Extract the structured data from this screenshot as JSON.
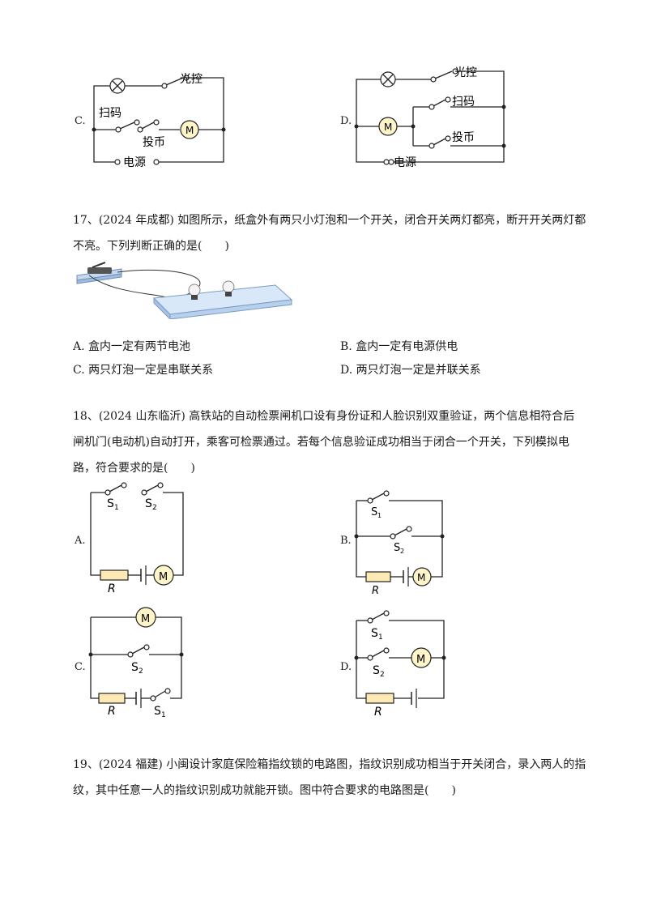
{
  "q16": {
    "opt_c": "C.",
    "opt_d": "D.",
    "light_control": "光控",
    "scan_code": "扫码",
    "insert_coin": "投币",
    "power": "电源",
    "motor": "M"
  },
  "q17": {
    "stem_line1": "17、(2024 年成都) 如图所示，纸盒外有两只小灯泡和一个开关，闭合开关两灯都亮，断开开关两灯都",
    "stem_line2": "不亮。下列判断正确的是(　　)",
    "options": [
      {
        "key": "A.",
        "text": "盒内一定有两节电池"
      },
      {
        "key": "B.",
        "text": "盒内一定有电源供电"
      },
      {
        "key": "C.",
        "text": "两只灯泡一定是串联关系"
      },
      {
        "key": "D.",
        "text": "两只灯泡一定是并联关系"
      }
    ]
  },
  "q18": {
    "stem_line1": "18、(2024 山东临沂) 高铁站的自动检票闸机口设有身份证和人脸识别双重验证，两个信息相符合后",
    "stem_line2": "闸机门(电动机)自动打开，乘客可检票通过。若每个信息验证成功相当于闭合一个开关，下列模拟电",
    "stem_line3": "路，符合要求的是(　　)",
    "opt_a": "A.",
    "opt_b": "B.",
    "opt_c": "C.",
    "opt_d": "D.",
    "s1": "S",
    "s2": "S",
    "sub1": "1",
    "sub2": "2",
    "resistor": "R",
    "motor": "M"
  },
  "q19": {
    "stem_line1": "19、(2024 福建) 小闽设计家庭保险箱指纹锁的电路图，指纹识别成功相当于开关闭合，录入两人的指",
    "stem_line2": "纹，其中任意一人的指纹识别成功就能开锁。图中符合要求的电路图是(　　)"
  }
}
